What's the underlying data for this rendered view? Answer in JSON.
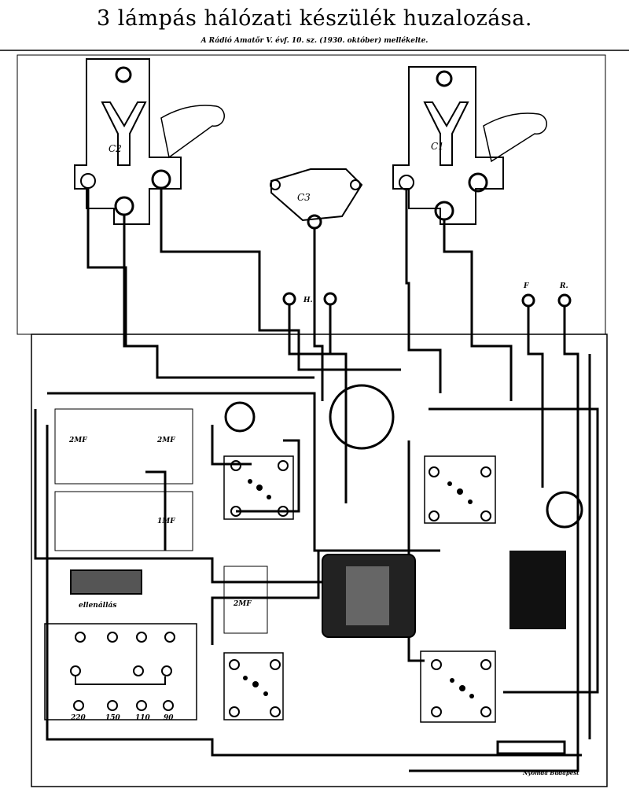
{
  "title": "3 lámpás hálózati készülék huzalozása.",
  "subtitle": "A Rádió Amatőr V. évf. 10. sz. (1930. október) mellékelte.",
  "labels": {
    "c2": "C2",
    "c1": "C1",
    "c3": "C3",
    "h": "H.",
    "f": "F",
    "r": "R.",
    "cap_2mf_a": "2MF",
    "cap_2mf_b": "2MF",
    "cap_2mf_c": "2MF",
    "cap_1mf": "1MF",
    "v220": "220",
    "v150": "150",
    "v110": "110",
    "v90": "90",
    "resistor": "ellenállás",
    "printer": "Nyomda Budapest"
  }
}
